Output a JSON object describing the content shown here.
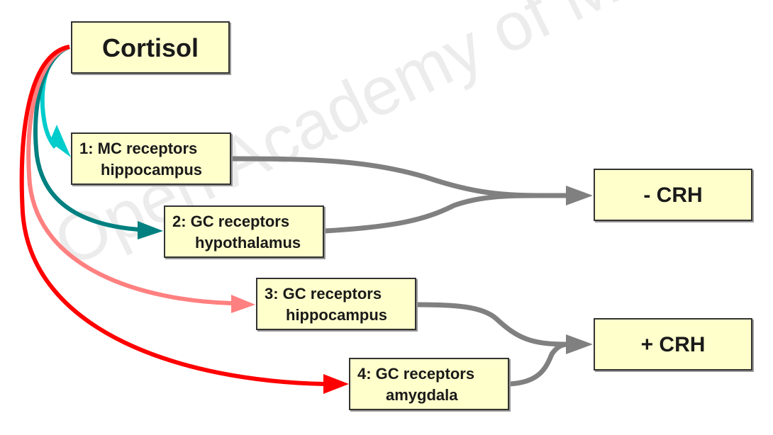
{
  "watermark": "Open Academy of Medicine",
  "colors": {
    "box_fill": "#ffffcc",
    "box_border": "#333333",
    "arrow_mc_hippocampus": "#00cccc",
    "arrow_gc_hypothalamus": "#008080",
    "arrow_gc_hippocampus": "#ff8080",
    "arrow_gc_amygdala": "#ff0000",
    "arrow_output": "#808080"
  },
  "nodes": {
    "cortisol": {
      "label": "Cortisol"
    },
    "receptor1": {
      "line1": "1: MC receptors",
      "line2": "hippocampus"
    },
    "receptor2": {
      "line1": "2: GC receptors",
      "line2": "hypothalamus"
    },
    "receptor3": {
      "line1": "3: GC receptors",
      "line2": "hippocampus"
    },
    "receptor4": {
      "line1": "4: GC receptors",
      "line2": "amygdala"
    },
    "crh_minus": {
      "label": "- CRH"
    },
    "crh_plus": {
      "label": "+ CRH"
    }
  },
  "edges": [
    {
      "from": "cortisol",
      "to": "receptor1",
      "color": "arrow_mc_hippocampus"
    },
    {
      "from": "cortisol",
      "to": "receptor2",
      "color": "arrow_gc_hypothalamus"
    },
    {
      "from": "cortisol",
      "to": "receptor3",
      "color": "arrow_gc_hippocampus"
    },
    {
      "from": "cortisol",
      "to": "receptor4",
      "color": "arrow_gc_amygdala"
    },
    {
      "from": "receptor1",
      "to": "crh_minus",
      "color": "arrow_output"
    },
    {
      "from": "receptor2",
      "to": "crh_minus",
      "color": "arrow_output"
    },
    {
      "from": "receptor3",
      "to": "crh_plus",
      "color": "arrow_output"
    },
    {
      "from": "receptor4",
      "to": "crh_plus",
      "color": "arrow_output"
    }
  ]
}
